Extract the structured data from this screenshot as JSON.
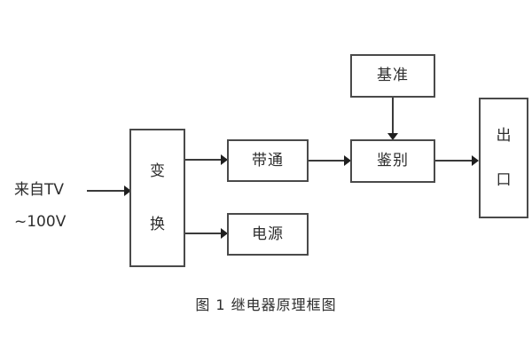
{
  "figure": {
    "caption": "图 1 继电器原理框图",
    "background_color": "#ffffff",
    "line_color": "#3a3a3a",
    "box_border_color": "#4a4a4a",
    "text_color": "#2d2d2d"
  },
  "labels": {
    "source_line1": "来自TV",
    "source_line2": "~100V"
  },
  "blocks": {
    "convert": {
      "label": "变换",
      "char1": "变",
      "char2": "换"
    },
    "bandpass": {
      "label": "带通"
    },
    "power": {
      "label": "电源"
    },
    "reference": {
      "label": "基准"
    },
    "discriminate": {
      "label": "鉴别"
    },
    "output": {
      "label": "出口",
      "char1": "出",
      "char2": "口"
    }
  },
  "connections": [
    {
      "name": "source-to-convert",
      "from": "来自TV ~100V",
      "to": "变换",
      "direction": "right"
    },
    {
      "name": "convert-to-bandpass",
      "from": "变换",
      "to": "带通",
      "direction": "right"
    },
    {
      "name": "convert-to-power",
      "from": "变换",
      "to": "电源",
      "direction": "right"
    },
    {
      "name": "bandpass-to-discriminate",
      "from": "带通",
      "to": "鉴别",
      "direction": "right"
    },
    {
      "name": "reference-to-discriminate",
      "from": "基准",
      "to": "鉴别",
      "direction": "down"
    },
    {
      "name": "discriminate-to-output",
      "from": "鉴别",
      "to": "出口",
      "direction": "right"
    }
  ]
}
